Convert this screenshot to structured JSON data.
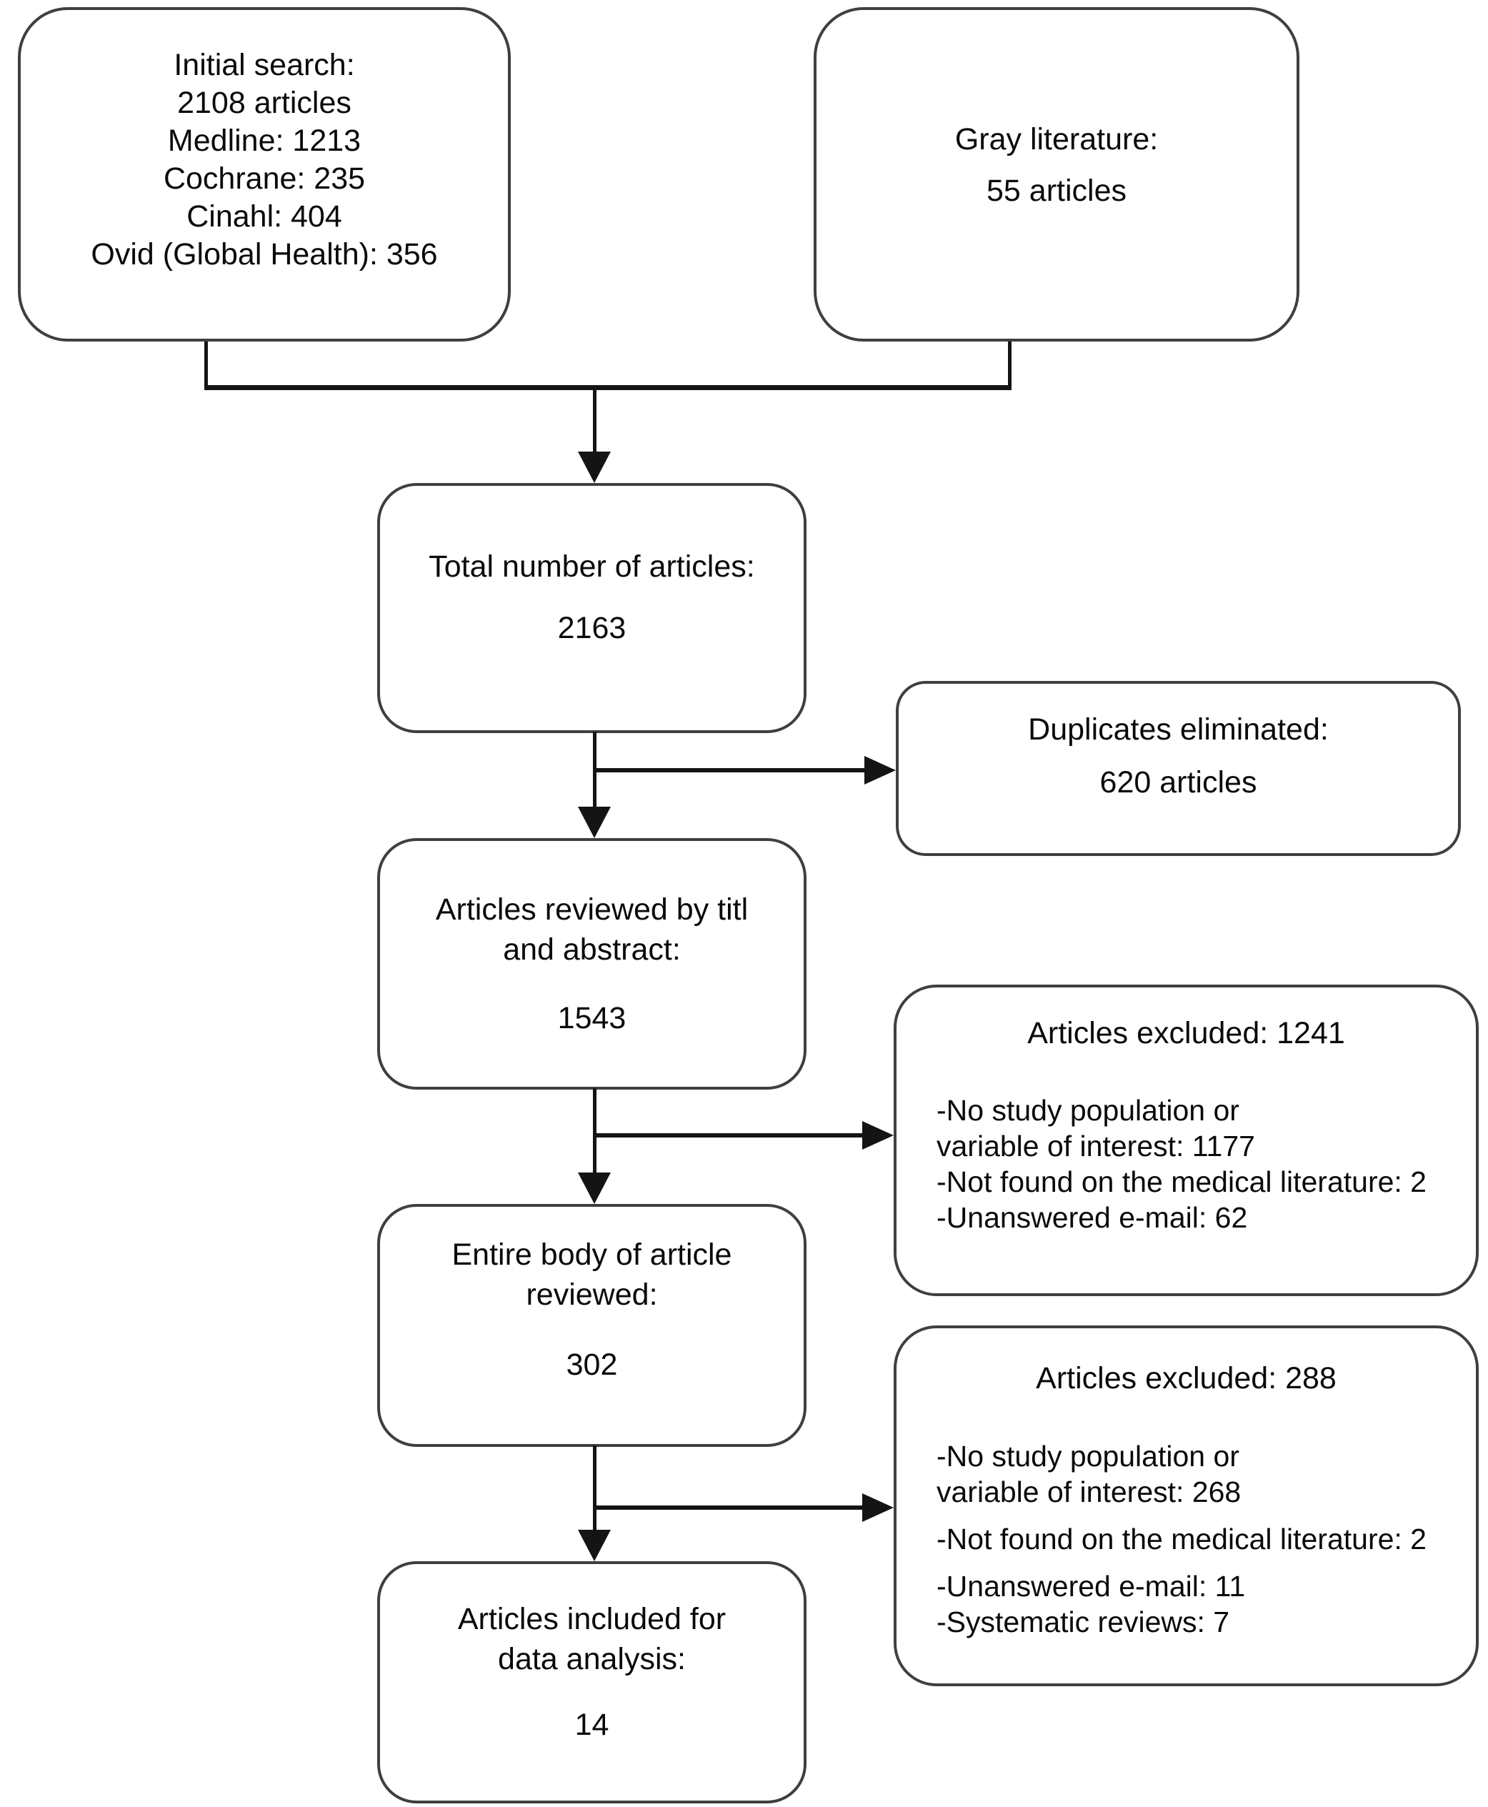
{
  "diagram": {
    "type": "flowchart",
    "colors": {
      "border": "#3f3f3f",
      "line": "#141414",
      "text": "#0a0a0a",
      "background": "#ffffff"
    },
    "boxes": {
      "initial_search": {
        "lines": [
          "Initial search:",
          "2108 articles",
          "Medline: 1213",
          "Cochrane: 235",
          "Cinahl: 404",
          "Ovid (Global Health): 356"
        ]
      },
      "gray_literature": {
        "title": "Gray literature:",
        "value": "55 articles"
      },
      "total_articles": {
        "title": "Total number of articles:",
        "value": "2163"
      },
      "duplicates_eliminated": {
        "title": "Duplicates eliminated:",
        "value": "620 articles"
      },
      "reviewed_title_abstract": {
        "title_line1": "Articles reviewed by titl",
        "title_line2": "and abstract:",
        "value": "1543"
      },
      "excluded_after_title_abstract": {
        "heading": "Articles excluded: 1241",
        "items": [
          "-No study population or",
          "variable of interest: 1177",
          "-Not found on the medical literature: 2",
          "-Unanswered e-mail: 62"
        ]
      },
      "entire_body_reviewed": {
        "title_line1": "Entire body of article",
        "title_line2": "reviewed:",
        "value": "302"
      },
      "excluded_after_full_review": {
        "heading": "Articles excluded: 288",
        "items": [
          "-No study population or",
          "variable of interest: 268",
          "-Not found on the medical literature: 2",
          "-Unanswered e-mail: 11",
          "-Systematic reviews: 7"
        ]
      },
      "included_for_analysis": {
        "title_line1": "Articles included for",
        "title_line2": "data analysis:",
        "value": "14"
      }
    }
  }
}
